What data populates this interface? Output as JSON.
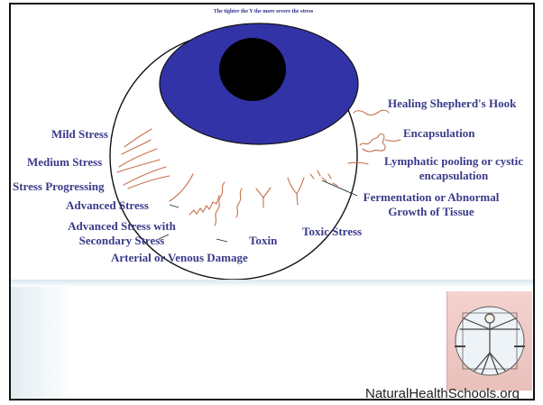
{
  "subtitle": "The tighter the Y the more severe the stress",
  "iris_color": "#3333a8",
  "pupil_color": "#000000",
  "fiber_color": "#c8704a",
  "label_color": "#3a3a8a",
  "labels": {
    "mild_stress": "Mild Stress",
    "medium_stress": "Medium Stress",
    "stress_progressing": "Stress Progressing",
    "advanced_stress": "Advanced Stress",
    "advanced_secondary_1": "Advanced Stress with",
    "advanced_secondary_2": "Secondary Stress",
    "arterial_venous": "Arterial or Venous Damage",
    "toxin": "Toxin",
    "toxic_stress": "Toxic Stress",
    "fermentation_1": "Fermentation or Abnormal",
    "fermentation_2": "Growth of Tissue",
    "lymphatic_1": "Lymphatic pooling or cystic",
    "lymphatic_2": "encapsulation",
    "encapsulation": "Encapsulation",
    "healing_hook": "Healing Shepherd's Hook"
  },
  "footer": {
    "site": "NaturalHealthSchools.org",
    "logo_icon": "vitruvian-man-icon"
  }
}
